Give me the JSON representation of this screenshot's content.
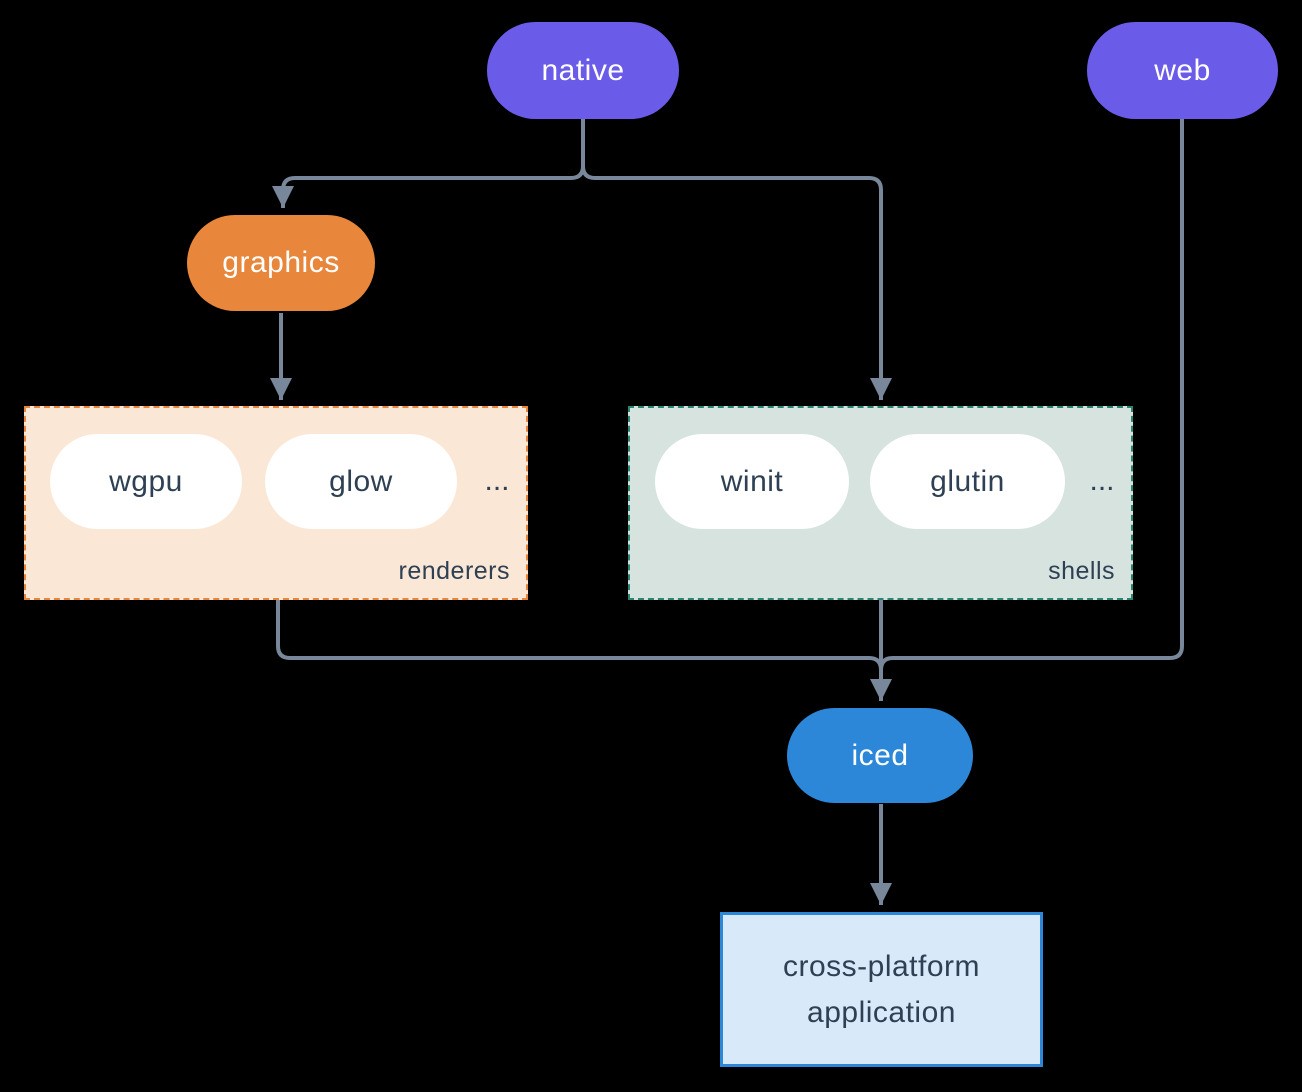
{
  "colors": {
    "background": "#000000",
    "connector": "#78879a",
    "purple": "#6a5ce8",
    "orange": "#e8863c",
    "blue": "#2d87d8",
    "dark_text": "#2e4053",
    "renderers_bg": "#fbe7d5",
    "shells_bg": "#d7e3de",
    "app_bg": "#d8e9f9"
  },
  "nodes": {
    "native": "native",
    "web": "web",
    "graphics": "graphics",
    "iced": "iced",
    "app_line1": "cross-platform",
    "app_line2": "application"
  },
  "groups": {
    "renderers": {
      "label": "renderers",
      "items": [
        "wgpu",
        "glow"
      ],
      "ellipsis": "..."
    },
    "shells": {
      "label": "shells",
      "items": [
        "winit",
        "glutin"
      ],
      "ellipsis": "..."
    }
  }
}
